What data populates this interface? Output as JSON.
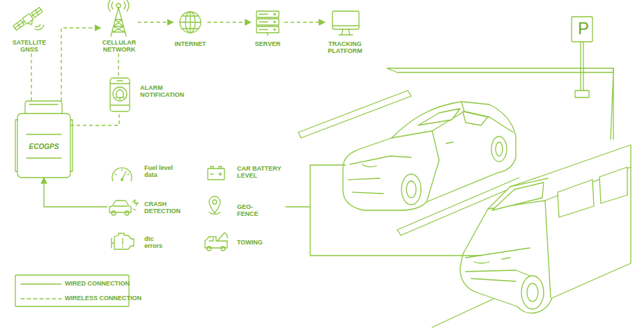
{
  "diagram": {
    "nodes": [
      {
        "text": [
          "SATELLITE GNSS"
        ]
      },
      {
        "text": [
          "CELLULAR NETWORK"
        ]
      },
      {
        "text": [
          "INTERNET"
        ]
      },
      {
        "text": [
          "SERVER"
        ]
      },
      {
        "text": [
          "TRACKING PLATFORM"
        ]
      },
      {
        "text": [
          "ALARM NOTIFICATION"
        ]
      },
      {
        "text": [
          "ECOGPS"
        ]
      },
      {
        "text": [
          "Fuel level data"
        ]
      },
      {
        "text": [
          "CAR BATTERY LEVEL"
        ]
      },
      {
        "text": [
          "CRASH DETECTION"
        ]
      },
      {
        "text": [
          "GEO-FENCE"
        ]
      },
      {
        "text": [
          "dtc errors"
        ]
      },
      {
        "text": [
          "TOWING"
        ]
      }
    ],
    "edges": [
      {
        "from": 0,
        "to": 6,
        "arrow": "none"
      },
      {
        "from": 6,
        "to": 1,
        "arrow": "to"
      },
      {
        "from": 1,
        "to": 2,
        "arrow": "to"
      },
      {
        "from": 2,
        "to": 3,
        "arrow": "to"
      },
      {
        "from": 3,
        "to": 4,
        "arrow": "to"
      },
      {
        "from": 1,
        "to": 5,
        "arrow": "none"
      },
      {
        "from": 6,
        "to": 5,
        "arrow": "none"
      },
      {
        "from": 9,
        "to": 6,
        "arrow": "to"
      }
    ],
    "labels": [
      "P"
    ],
    "legend": [
      {
        "text": "WIRED CONNECTION"
      },
      {
        "text": "WIRELESS CONNECTION"
      }
    ]
  }
}
